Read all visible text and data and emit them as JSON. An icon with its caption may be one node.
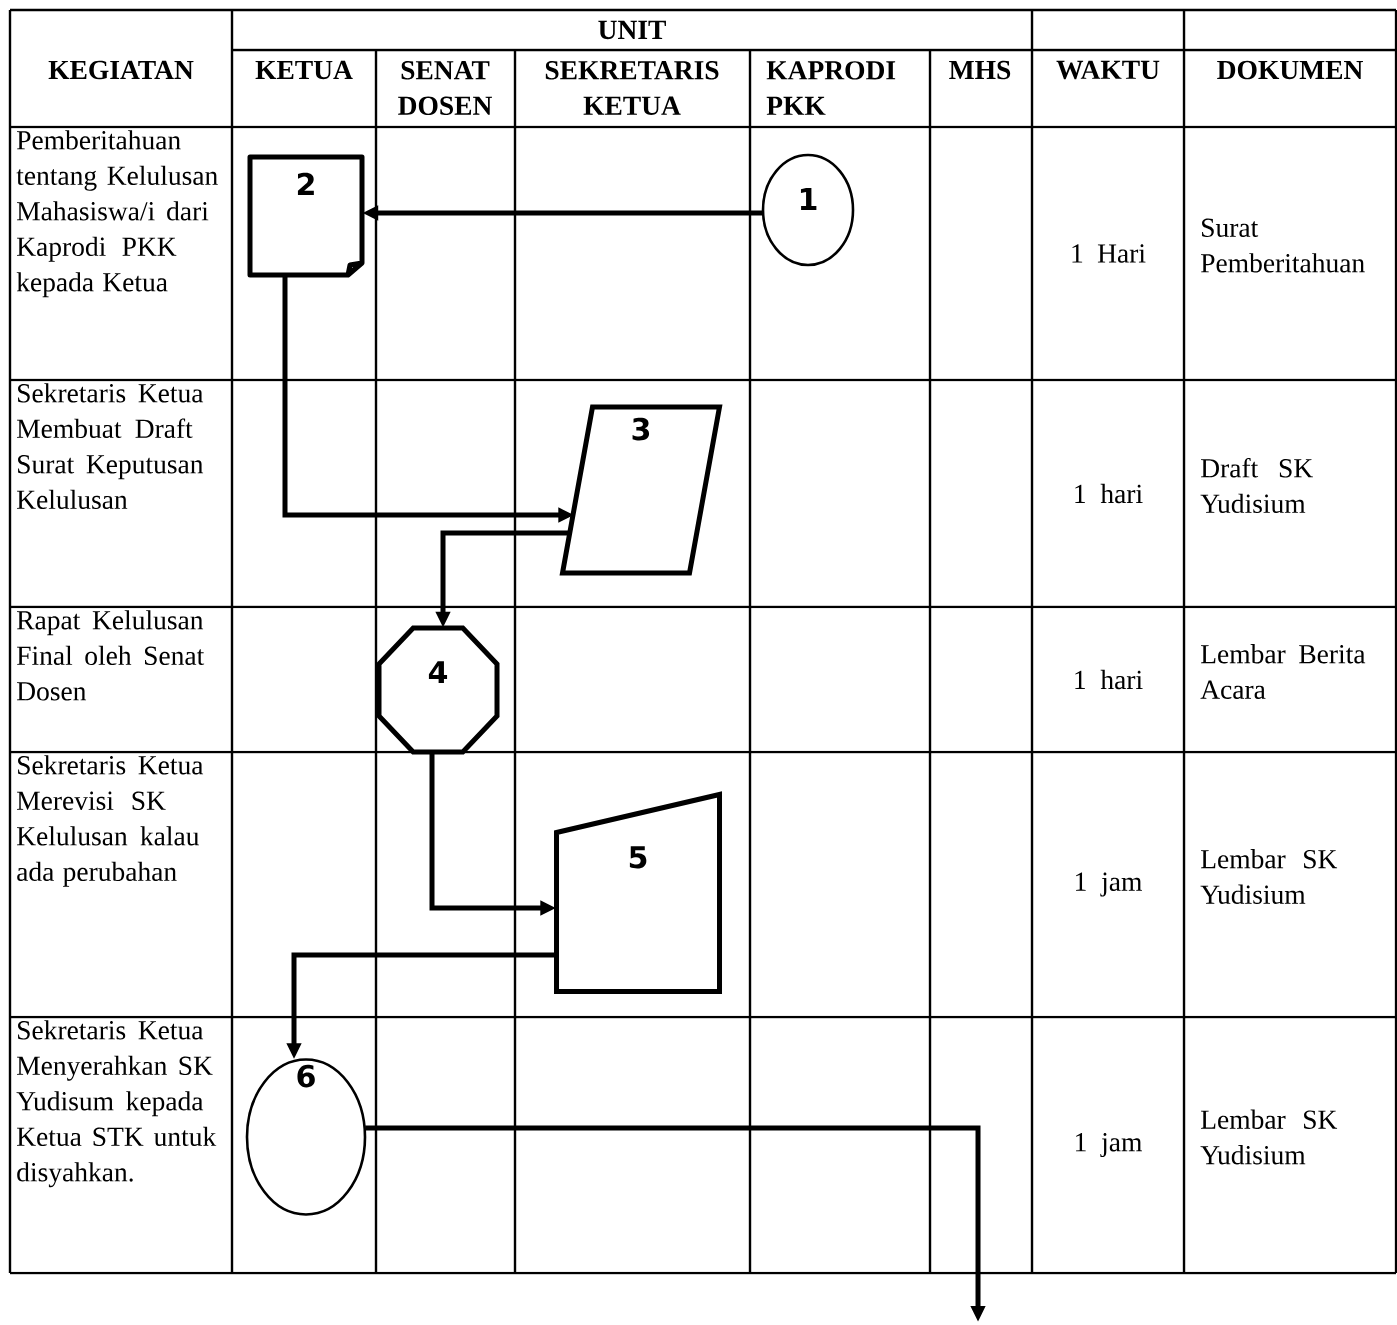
{
  "diagram": {
    "nodes": [
      {
        "text": [
          "1"
        ]
      },
      {
        "text": [
          "2"
        ]
      },
      {
        "text": [
          "3"
        ]
      },
      {
        "text": [
          "4"
        ]
      },
      {
        "text": [
          "5"
        ]
      },
      {
        "text": [
          "6"
        ]
      }
    ],
    "edges": [
      {
        "from": 0,
        "to": 1,
        "arrow": "to"
      },
      {
        "from": 1,
        "to": 2,
        "arrow": "to"
      },
      {
        "from": 2,
        "to": 3,
        "arrow": "to"
      },
      {
        "from": 3,
        "to": 4,
        "arrow": "to"
      },
      {
        "from": 4,
        "to": 5,
        "arrow": "to"
      },
      {
        "from": 5,
        "to": null,
        "arrow": "to"
      }
    ],
    "labels": [
      "UNIT",
      "KEGIATAN",
      "KETUA",
      "SENAT DOSEN",
      "SEKRETARIS KETUA",
      "KAPRODI PKK",
      "MHS",
      "WAKTU",
      "DOKUMEN",
      "Pemberitahuan tentang Kelulusan Mahasiswa/i dari Kaprodi PKK kepada Ketua",
      "1 Hari",
      "Surat Pemberitahuan",
      "Sekretaris Ketua Membuat Draft Surat Keputusan Kelulusan",
      "1 hari",
      "Draft SK Yudisium",
      "Rapat Kelulusan Final oleh Senat Dosen",
      "1 hari",
      "Lembar Berita Acara",
      "Sekretaris Ketua Merevisi SK Kelulusan kalau ada perubahan",
      "1 jam",
      "Lembar SK Yudisium",
      "Sekretaris Ketua Menyerahkan SK Yudisum kepada Ketua STK untuk disyahkan.",
      "1 jam",
      "Lembar SK Yudisium"
    ]
  }
}
